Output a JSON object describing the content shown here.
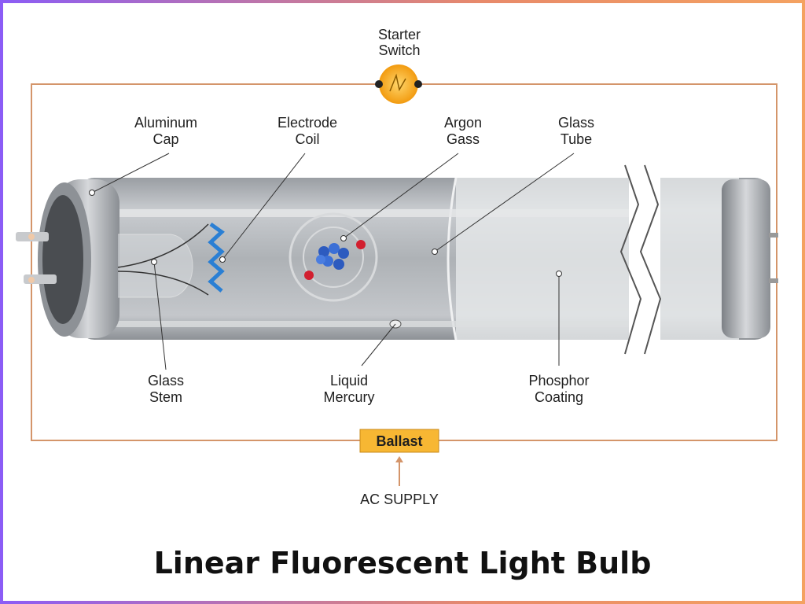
{
  "title": "Linear Fluorescent Light Bulb",
  "labels": {
    "starter": [
      "Starter",
      "Switch"
    ],
    "aluminum_cap": [
      "Aluminum",
      "Cap"
    ],
    "electrode_coil": [
      "Electrode",
      "Coil"
    ],
    "argon_gas": [
      "Argon",
      "Gass"
    ],
    "glass_tube": [
      "Glass",
      "Tube"
    ],
    "glass_stem": [
      "Glass",
      "Stem"
    ],
    "liquid_mercury": [
      "Liquid",
      "Mercury"
    ],
    "phosphor_coating": [
      "Phosphor",
      "Coating"
    ],
    "ballast": "Ballast",
    "ac_supply": "AC SUPPLY"
  },
  "colors": {
    "wire": "#d4956a",
    "starter": "#f5a623",
    "ballast": "#f7b733",
    "coil": "#2a7fd4"
  }
}
